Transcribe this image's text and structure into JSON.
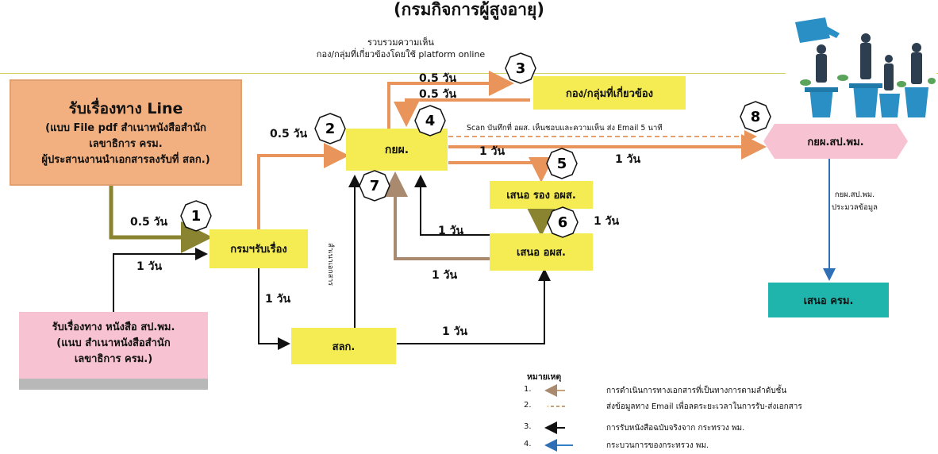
{
  "title": "(กรมกิจการผู้สูงอายุ)",
  "boxes": {
    "line_title": "รับเรื่องทาง Line",
    "line_desc": [
      "(แบบ File pdf สำเนาหนังสือสำนัก",
      "เลขาธิการ ครม.",
      "ผู้ประสานงานนำเอกสารลงรับที่ สลก.)"
    ],
    "letter_title": "รับเรื่องทาง หนังสือ สป.พม.",
    "letter_desc": [
      "(แนบ สำเนาหนังสือสำนัก",
      "เลขาธิการ ครม.)"
    ],
    "receive": "กรมฯรับเรื่อง",
    "kyp": "กยผ.",
    "related": "กอง/กลุ่มที่เกี่ยวข้อง",
    "deputy": "เสนอ รอง อผส.",
    "director": "เสนอ อผส.",
    "slk": "สลก.",
    "ministry": "กยผ.สป.พม.",
    "cabinet": "เสนอ ครม."
  },
  "labels": {
    "l1": "0.5 วัน",
    "l_letter": "1 วัน",
    "l2": "0.5 วัน",
    "l3a": "0.5 วัน",
    "l3b": "0.5 วัน",
    "l_kyp_deputy": "1 วัน",
    "l_kyp_ministry": "1 วัน",
    "l_dir_kyp": "1 วัน",
    "l_dir_7": "1 วัน",
    "l_deputy_dir": "1 วัน",
    "l_receive_slk": "1 วัน",
    "l_slk_dir": "1 วัน",
    "gather": [
      "รวบรวมความเห็น",
      "กอง/กลุ่มที่เกี่ยวข้องโดยใช้ platform online"
    ],
    "scan": "Scan บันทึกที่ อผส. เห็นชอบและความเห็น ส่ง Email 5 นาที",
    "slk_vertical": "สำเนาเอกสาร",
    "ministry_note": [
      "กยผ.สป.พม.",
      "ประมวลข้อมูล"
    ]
  },
  "steps": [
    "1",
    "2",
    "3",
    "4",
    "5",
    "6",
    "7",
    "8"
  ],
  "legend": {
    "title": "หมายเหตุ",
    "items": [
      {
        "num": "1.",
        "text": "การดำเนินการทางเอกสารที่เป็นทางการตามลำดับชั้น",
        "color": "#c9a27a"
      },
      {
        "num": "2.",
        "text": "ส่งข้อมูลทาง Email เพื่อลดระยะเวลาในการรับ-ส่งเอกสาร",
        "color": "#c9a27a"
      },
      {
        "num": "3.",
        "text": "การรับหนังสือฉบับจริงจาก กระทรวง พม.",
        "color": "#111111"
      },
      {
        "num": "4.",
        "text": "กระบวนการของกระทรวง พม.",
        "color": "#2f7fc6"
      }
    ]
  },
  "colors": {
    "yellow": "#f4ec52",
    "orange_box": "#f2b080",
    "pink_box": "#f7c3d3",
    "teal_box": "#1fb5ad",
    "ministry_box": "#f7c3d3",
    "orange_arrow": "#e8945a",
    "olive_arrow": "#8a8430",
    "brown_arrow": "#a98a6e",
    "black_arrow": "#111111",
    "blue_arrow": "#2f6fb5"
  }
}
